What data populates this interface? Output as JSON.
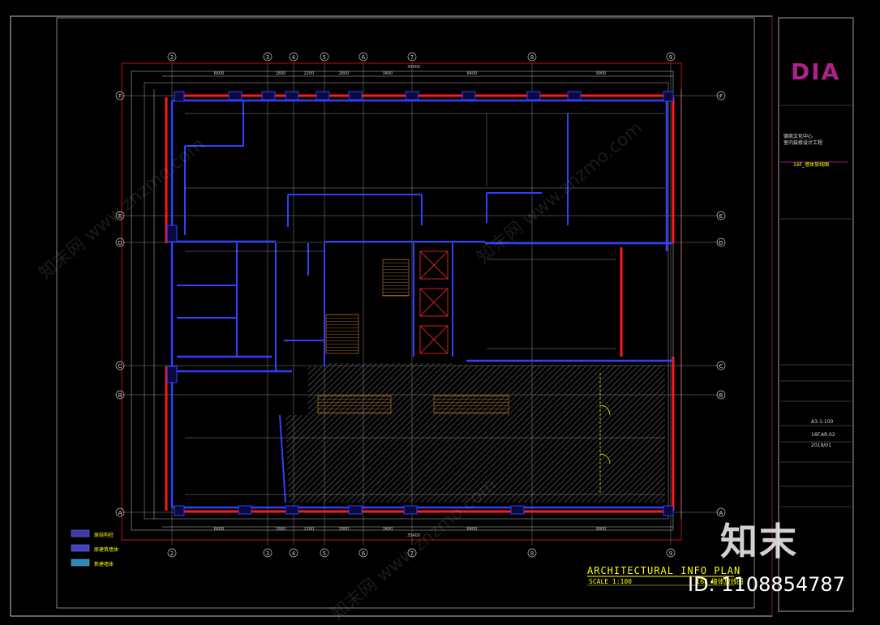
{
  "title_block": {
    "logo": "DIA",
    "title": "ARCHITECTURAL INFO PLAN",
    "scale": "SCALE 1:100",
    "drawing_name_cn": "16F_墙体放线图",
    "project_line1": "德商文化中心",
    "project_line2": "室内装修设计工程",
    "sheet_no": "16F.AR.02",
    "scale_value": "A3-1:100",
    "date": "2019/01"
  },
  "axes": {
    "columns": [
      "2",
      "3",
      "4",
      "5",
      "6",
      "7",
      "8",
      "9"
    ],
    "rows": [
      "F",
      "E",
      "D",
      "C",
      "B",
      "A"
    ],
    "top_dims": [
      "6600",
      "1800",
      "2200",
      "2800",
      "3400",
      "8400",
      "9900"
    ],
    "total_dim": "35400"
  },
  "legend": [
    {
      "label": "原结构柱",
      "color": "#3a3aa0"
    },
    {
      "label": "原建筑墙体",
      "color": "#4040c0"
    },
    {
      "label": "新建墙体",
      "color": "#2a8ab0"
    }
  ],
  "watermark": {
    "brand": "知末",
    "id": "ID: 1108854787",
    "diag_text": "知末网 www.znzmo.com"
  },
  "colors": {
    "background": "#000000",
    "wall_red": "#ff1a1a",
    "wall_blue": "#3040ff",
    "grid_line": "#c8c8c8",
    "text_yellow": "#ffff00",
    "magenta": "#c020a0",
    "hatch": "#707070"
  }
}
